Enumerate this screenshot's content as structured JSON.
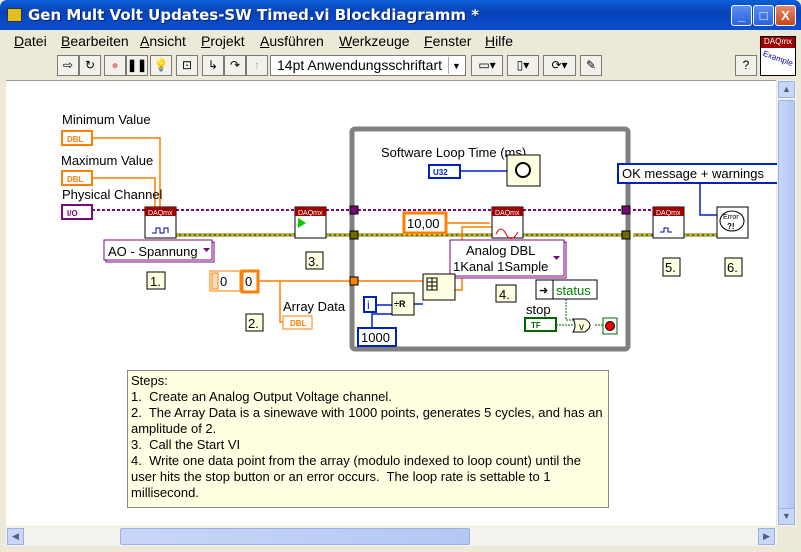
{
  "window": {
    "title": "Gen Mult Volt Updates-SW Timed.vi Blockdiagramm *",
    "min": "_",
    "max": "□",
    "close": "X"
  },
  "menu": [
    "Datei",
    "Bearbeiten",
    "Ansicht",
    "Projekt",
    "Ausführen",
    "Werkzeuge",
    "Fenster",
    "Hilfe"
  ],
  "toolbar": {
    "font": "14pt Anwendungsschriftart",
    "help": "?",
    "icon_top": "DAQmx",
    "icon_bottom": "Example"
  },
  "diagram": {
    "min_label": "Minimum Value",
    "max_label": "Maximum Value",
    "chan_label": "Physical Channel",
    "dbl": "DBL",
    "io": "I/O",
    "u32": "U32",
    "tf": "TF",
    "daqmx": "DAQmx",
    "ao_selector": "AO - Spannung",
    "step1": "1.",
    "step2": "2.",
    "step3": "3.",
    "step4": "4.",
    "step5": "5.",
    "step6": "6.",
    "index_value": "0",
    "array_value": "0",
    "array_label": "Array Data",
    "loop_time_label": "Software Loop Time (ms)",
    "const_10": "10,00",
    "poly_line1": "Analog DBL",
    "poly_line2": "1Kanal 1Sample",
    "status": "status",
    "stop_label": "stop",
    "i": "i",
    "const_1000": "1000",
    "ok_message": "OK message + warnings",
    "error_text": "Error"
  },
  "steps": "Steps:\n1.  Create an Analog Output Voltage channel.\n2.  The Array Data is a sinewave with 1000 points, generates 5 cycles, and has an amplitude of 2.\n3.  Call the Start VI\n4.  Write one data point from the array (modulo indexed to loop count) until the user hits the stop button or an error occurs.  The loop rate is settable to 1 millisecond."
}
